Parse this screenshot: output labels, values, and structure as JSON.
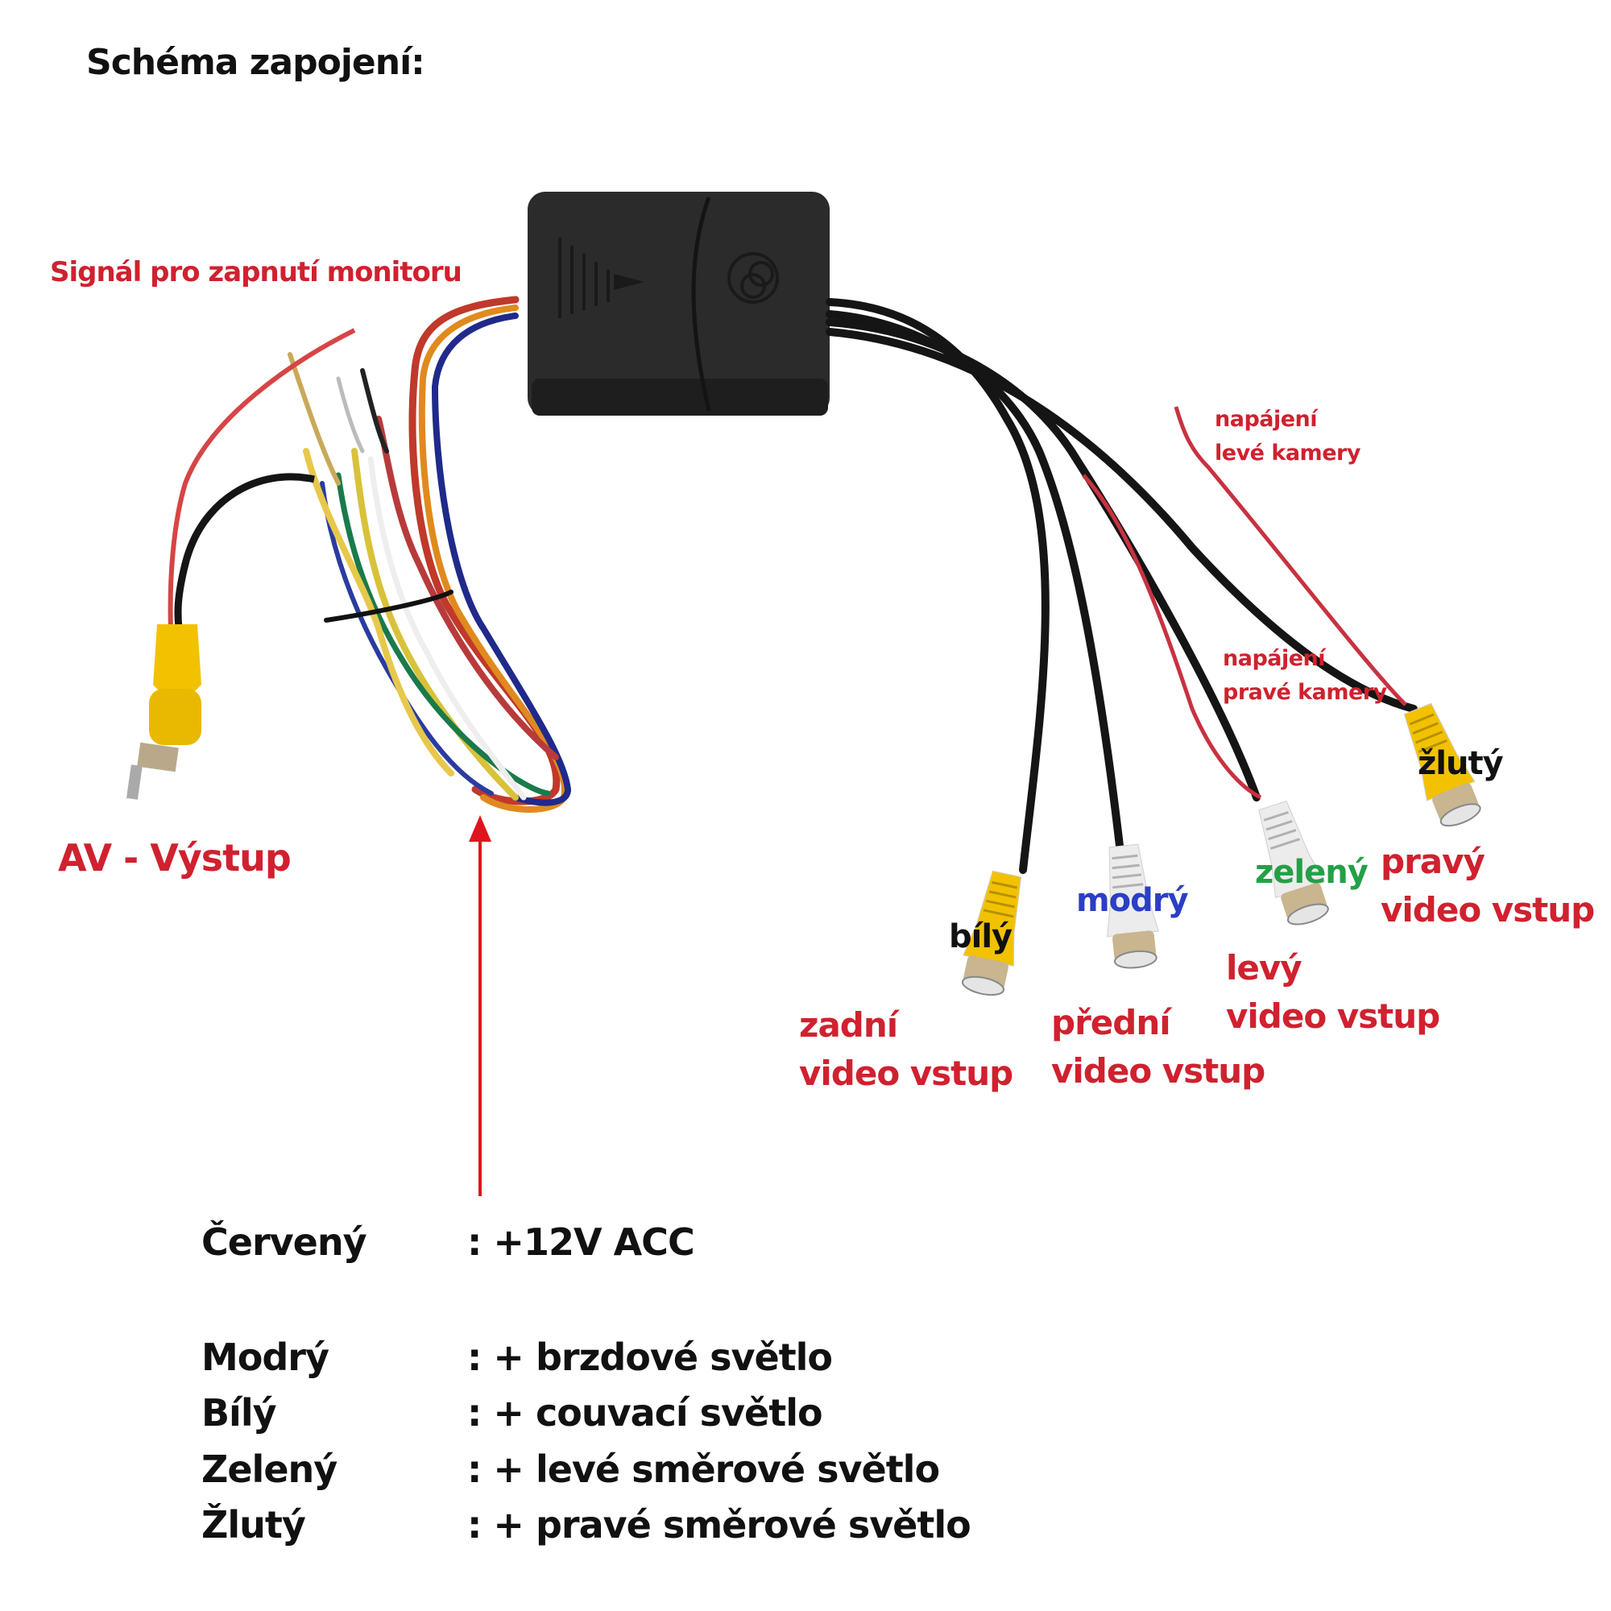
{
  "title": "Schéma zapojení:",
  "device": {
    "name": "video-switch-box",
    "left_label": "Signál pro zapnutí monitoru",
    "av_output_label": "AV - Výstup"
  },
  "camera_power": {
    "left": [
      "napájení",
      "levé kamery"
    ],
    "right": [
      "napájení",
      "pravé kamery"
    ]
  },
  "connectors": [
    {
      "id": "rear",
      "color_name": "bílý",
      "color_hex": "#111111",
      "plug_color": "#f2c200",
      "label": [
        "zadní",
        "video vstup"
      ]
    },
    {
      "id": "front",
      "color_name": "modrý",
      "color_hex": "#2b3fc4",
      "plug_color": "#ececec",
      "label": [
        "přední",
        "video vstup"
      ]
    },
    {
      "id": "left",
      "color_name": "zelený",
      "color_hex": "#23a047",
      "plug_color": "#ececec",
      "label": [
        "levý",
        "video vstup"
      ]
    },
    {
      "id": "right",
      "color_name": "žlutý",
      "color_hex": "#111111",
      "plug_color": "#f2c200",
      "label": [
        "pravý",
        "video vstup"
      ]
    }
  ],
  "legend": [
    {
      "wire": "Červený",
      "function": ":  +12V ACC"
    },
    {
      "wire": "Modrý",
      "function": ": + brzdové světlo"
    },
    {
      "wire": "Bílý",
      "function": ": + couvací světlo"
    },
    {
      "wire": "Zelený",
      "function": ": + levé směrové světlo"
    },
    {
      "wire": "Žlutý",
      "function": ": + pravé směrové světlo"
    }
  ],
  "colors": {
    "label_red": "#d0212f",
    "arrow_red": "#e0141e",
    "cable_black": "#151515",
    "box_body": "#2b2b2b"
  }
}
